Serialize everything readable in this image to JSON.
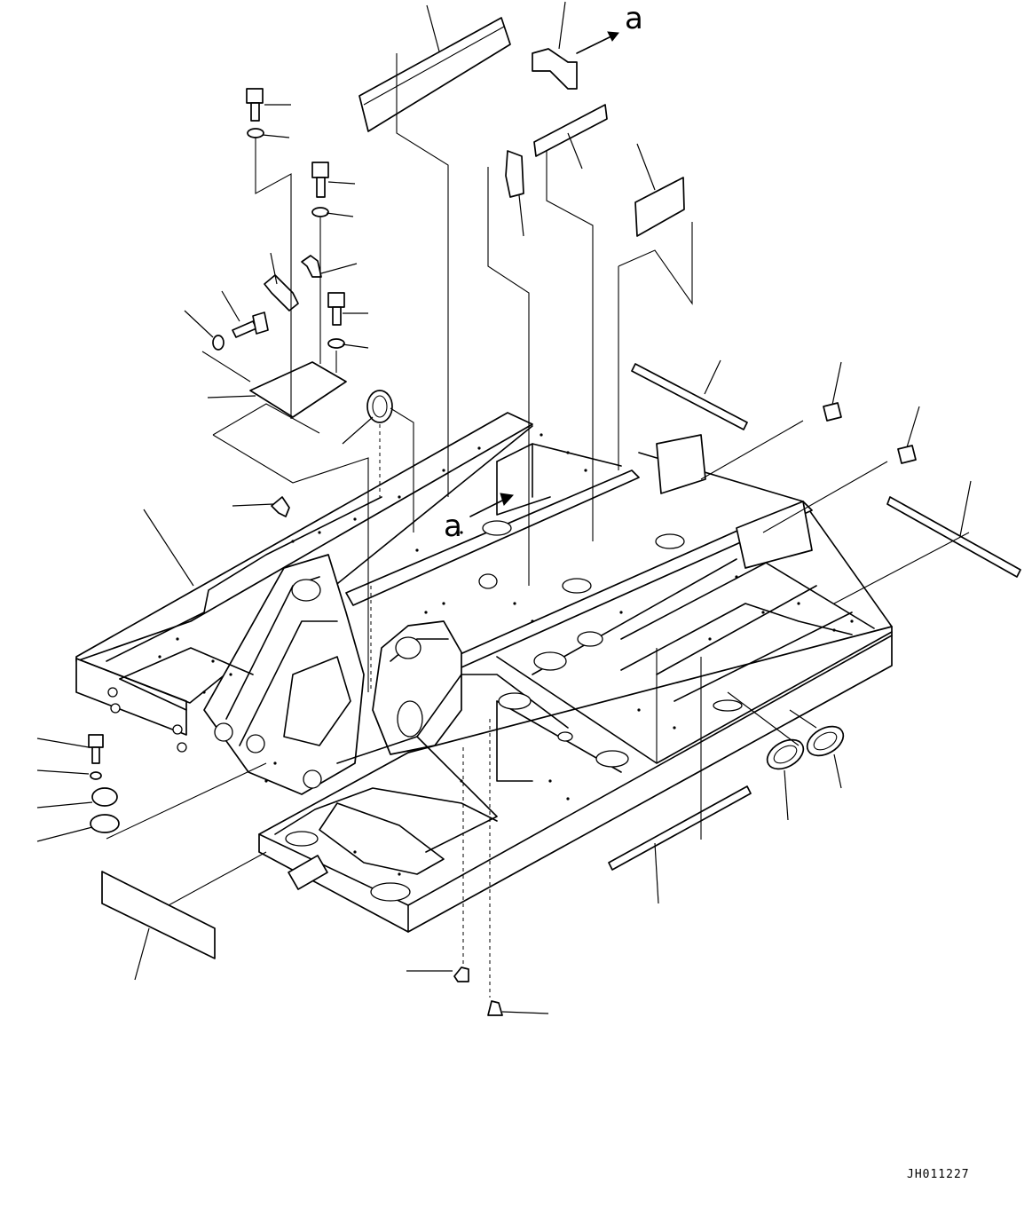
{
  "diagram": {
    "view_letter": "a",
    "view_letter_2": "a",
    "drawing_id": "JH011227"
  }
}
